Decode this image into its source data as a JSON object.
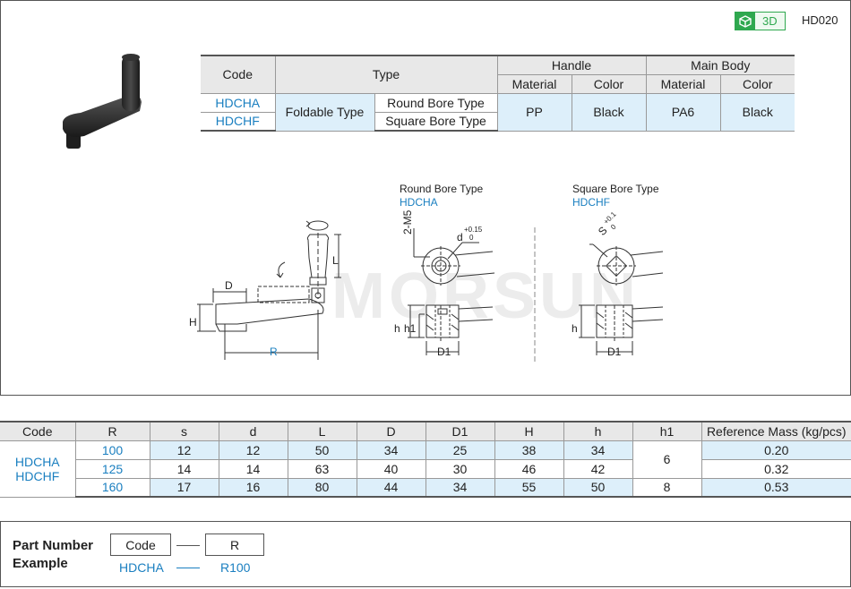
{
  "header": {
    "badge_3d": "3D",
    "series_code": "HD020",
    "accent": "#2fa84f"
  },
  "spec_table": {
    "headers": {
      "code": "Code",
      "type": "Type",
      "handle": "Handle",
      "main_body": "Main Body",
      "material": "Material",
      "color": "Color"
    },
    "codes": [
      "HDCHA",
      "HDCHF"
    ],
    "type_group": "Foldable Type",
    "subtypes": [
      "Round Bore Type",
      "Square Bore Type"
    ],
    "handle_material": "PP",
    "handle_color": "Black",
    "body_material": "PA6",
    "body_color": "Black"
  },
  "diagrams": {
    "round_title": "Round Bore Type",
    "round_code": "HDCHA",
    "square_title": "Square Bore Type",
    "square_code": "HDCHF",
    "labels": {
      "D": "D",
      "L": "L",
      "H": "H",
      "R": "R",
      "m5": "2-M5",
      "d_tol": "d",
      "d_tol_up": "+0.15",
      "d_tol_low": "0",
      "s_tol": "S",
      "s_tol_up": "+0.1",
      "s_tol_low": "0",
      "h": "h",
      "h1": "h1",
      "D1": "D1"
    },
    "watermark": "MORSUN"
  },
  "dim_table": {
    "headers": [
      "Code",
      "R",
      "s",
      "d",
      "L",
      "D",
      "D1",
      "H",
      "h",
      "h1",
      "Reference Mass (kg/pcs)"
    ],
    "codes": [
      "HDCHA",
      "HDCHF"
    ],
    "rows": [
      {
        "R": "100",
        "s": "12",
        "d": "12",
        "L": "50",
        "D": "34",
        "D1": "25",
        "H": "38",
        "h": "34",
        "mass": "0.20"
      },
      {
        "R": "125",
        "s": "14",
        "d": "14",
        "L": "63",
        "D": "40",
        "D1": "30",
        "H": "46",
        "h": "42",
        "mass": "0.32"
      },
      {
        "R": "160",
        "s": "17",
        "d": "16",
        "L": "80",
        "D": "44",
        "D1": "34",
        "H": "55",
        "h": "50",
        "mass": "0.53"
      }
    ],
    "h1_merged": "6",
    "h1_last": "8"
  },
  "part_number": {
    "title_line1": "Part Number",
    "title_line2": "Example",
    "box1": "Code",
    "box2": "R",
    "example1": "HDCHA",
    "example2": "R100"
  }
}
